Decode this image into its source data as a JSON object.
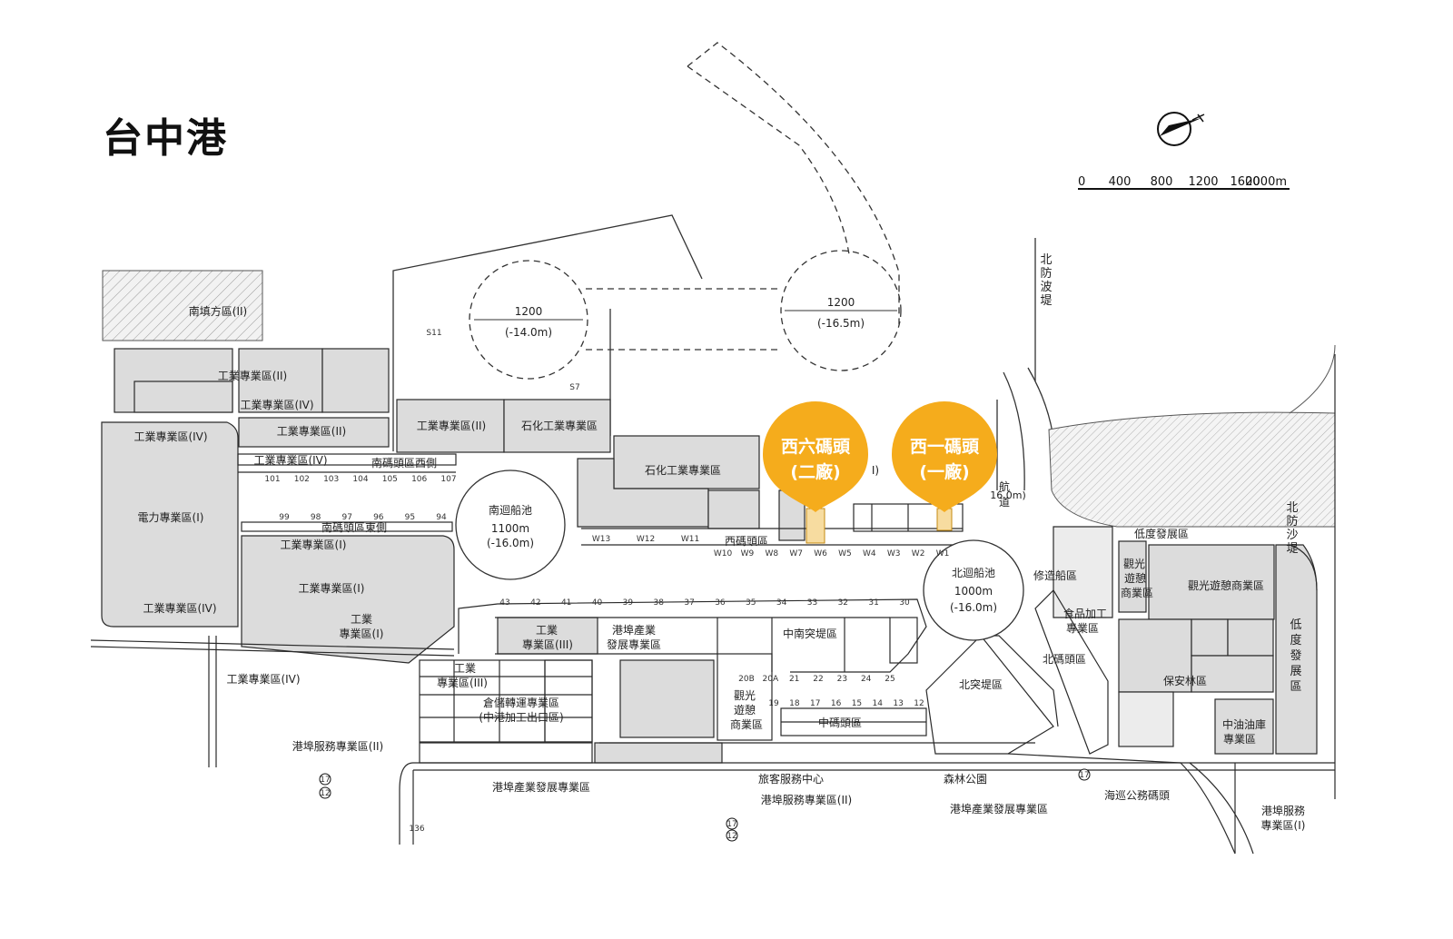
{
  "title": "台中港",
  "colors": {
    "marker": "#f5ac1c",
    "zone_fill": "#dcdcdc",
    "line": "#2a2a2a",
    "highlight_berth": "#f7dca0"
  },
  "scale": {
    "labels": [
      "0",
      "400",
      "800",
      "1200",
      "1600",
      "2000m"
    ]
  },
  "markers": [
    {
      "name": "西六碼頭",
      "sub": "(二廠)"
    },
    {
      "name": "西一碼頭",
      "sub": "(一廠)"
    }
  ],
  "basins": [
    {
      "width": "1200",
      "depth": "(-14.0m)"
    },
    {
      "width": "1200",
      "depth": "(-16.5m)"
    },
    {
      "name": "南迴船池",
      "width": "1100m",
      "depth": "(-16.0m)"
    },
    {
      "name": "北迴船池",
      "width": "1000m",
      "depth": "(-16.0m)"
    }
  ],
  "labels": {
    "nan_tian": "南填方區(II)",
    "ind2_a": "工業專業區(II)",
    "ind4_a": "工業專業區(IV)",
    "ind2_b": "工業專業區(II)",
    "ind4_b": "工業專業區(IV)",
    "ind4_c": "工業專業區(IV)",
    "nan_west": "南碼頭區西側",
    "power": "電力專業區(I)",
    "ind4_d": "工業專業區(IV)",
    "ind2_c": "工業專業區(II)",
    "petro_a": "石化工業專業區",
    "petro_b": "石化工業專業區",
    "ind1_fragment": "I)",
    "nan_east": "南碼頭區東側",
    "ind1_a": "工業專業區(I)",
    "ind1_b": "工業專業區(I)",
    "ind1_c_1": "工業",
    "ind1_c_2": "專業區(I)",
    "ind4_e": "工業專業區(IV)",
    "west_wharf": "西碼頭區",
    "channel_1": "航",
    "channel_2": "道",
    "channel_3": "16.0m)",
    "north_breakwater": [
      "北",
      "防",
      "波",
      "堤"
    ],
    "north_sand": [
      "北",
      "防",
      "沙",
      "堤"
    ],
    "low_dev_1": "低度發展區",
    "repair_basin": "修造船區",
    "tour_a": [
      "觀光",
      "遊憩",
      "商業區"
    ],
    "tour_b": "觀光遊憩商業區",
    "low_dev_2": [
      "低",
      "度",
      "發",
      "展",
      "區"
    ],
    "food_1": "食品加工",
    "food_2": "專業區",
    "north_wharf": "北碼頭區",
    "forest": "保安林區",
    "cpc_1": "中油油庫",
    "cpc_2": "專業區",
    "nan_tudi": "中南突堤區",
    "ind3_1": "工業",
    "ind3_2": "專業區(III)",
    "port_ind_1": "港埠產業",
    "port_ind_2": "發展專業區",
    "ind3b_1": "工業",
    "ind3b_2": "專業區(III)",
    "logistics_1": "倉儲轉運專業區",
    "logistics_2": "(中港加工出口區)",
    "tour_c": [
      "觀光",
      "遊憩",
      "商業區"
    ],
    "mid_wharf": "中碼頭區",
    "north_tudi": "北突堤區",
    "port_service_2a": "港埠服務專業區(II)",
    "port_dev_a": "港埠產業發展專業區",
    "passenger": "旅客服務中心",
    "port_service_2b": "港埠服務專業區(II)",
    "forest_park": "森林公園",
    "port_dev_b": "港埠產業發展專業區",
    "coast_guard": "海巡公務碼頭",
    "port_service_1a": "港埠服務",
    "port_service_1b": "專業區(I)",
    "s11": "S11",
    "s7": "S7"
  },
  "berths": {
    "south_west": [
      "101",
      "102",
      "103",
      "104",
      "105",
      "106",
      "107"
    ],
    "south_east": [
      "99",
      "98",
      "97",
      "96",
      "95",
      "94"
    ],
    "west_top": [
      "W13",
      "W12",
      "W11"
    ],
    "west_bottom": [
      "W10",
      "W9",
      "W8",
      "W7",
      "W6",
      "W5",
      "W4",
      "W3",
      "W2",
      "W1"
    ],
    "middle_top": [
      "43",
      "42",
      "41",
      "40",
      "39",
      "38",
      "37",
      "36",
      "35",
      "34",
      "33",
      "32",
      "31",
      "30"
    ],
    "middle_low": [
      "20B",
      "20A",
      "21",
      "22",
      "23",
      "24",
      "25"
    ],
    "mid_wharf": [
      "19",
      "18",
      "17",
      "16",
      "15",
      "14",
      "13",
      "12"
    ]
  },
  "roads": [
    "17",
    "12",
    "17",
    "12",
    "17",
    "136"
  ]
}
